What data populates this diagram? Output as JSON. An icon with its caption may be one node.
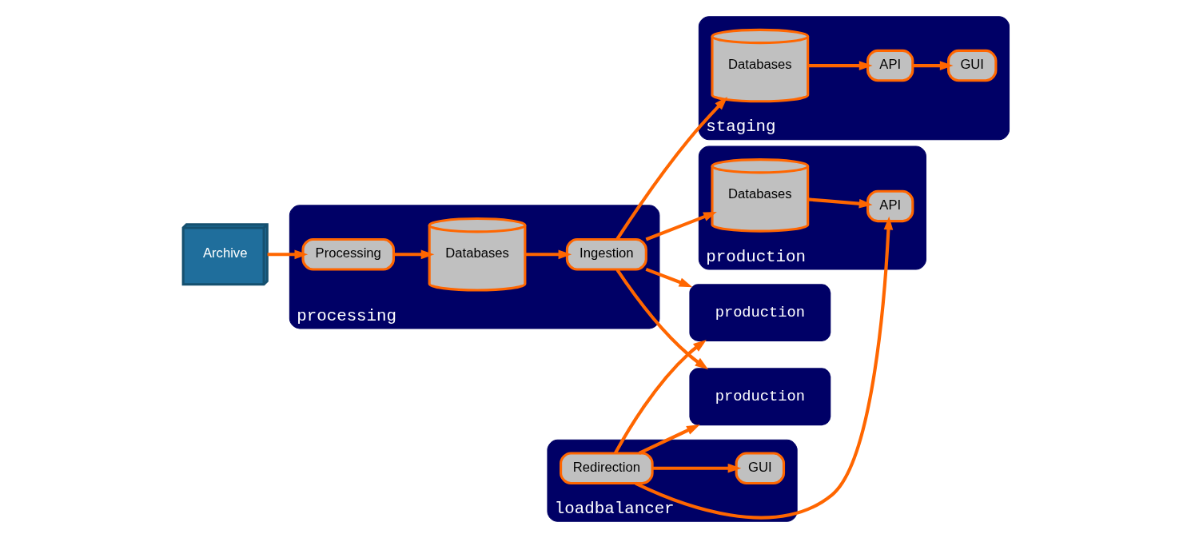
{
  "diagram": {
    "nodes": [
      {
        "text": [
          "Archive"
        ]
      },
      {
        "text": [
          "processing"
        ]
      },
      {
        "text": [
          "Processing"
        ],
        "in": 1
      },
      {
        "text": [
          "Databases"
        ],
        "in": 1
      },
      {
        "text": [
          "Ingestion"
        ],
        "in": 1
      },
      {
        "text": [
          "staging"
        ]
      },
      {
        "text": [
          "Databases"
        ],
        "in": 5
      },
      {
        "text": [
          "API"
        ],
        "in": 5
      },
      {
        "text": [
          "GUI"
        ],
        "in": 5
      },
      {
        "text": [
          "production"
        ]
      },
      {
        "text": [
          "production"
        ]
      },
      {
        "text": [
          "production"
        ]
      },
      {
        "text": [
          "Databases"
        ],
        "in": 11
      },
      {
        "text": [
          "API"
        ],
        "in": 11
      },
      {
        "text": [
          "loadbalancer"
        ]
      },
      {
        "text": [
          "GUI"
        ],
        "in": 14
      },
      {
        "text": [
          "Redirection"
        ],
        "in": 14
      }
    ],
    "edges": [
      {
        "from": 0,
        "to": 2,
        "arrow": "to"
      },
      {
        "from": 2,
        "to": 3,
        "arrow": "to"
      },
      {
        "from": 3,
        "to": 4,
        "arrow": "to"
      },
      {
        "from": 4,
        "to": 6,
        "arrow": "to"
      },
      {
        "from": 6,
        "to": 7,
        "arrow": "to"
      },
      {
        "from": 7,
        "to": 8,
        "arrow": "to"
      },
      {
        "from": 4,
        "to": 9,
        "arrow": "to"
      },
      {
        "from": 4,
        "to": 10,
        "arrow": "to"
      },
      {
        "from": 4,
        "to": 12,
        "arrow": "to"
      },
      {
        "from": 12,
        "to": 13,
        "arrow": "to"
      },
      {
        "from": 16,
        "to": 15,
        "arrow": "to"
      },
      {
        "from": 16,
        "to": 13,
        "arrow": "to"
      },
      {
        "from": 16,
        "to": 10,
        "arrow": "to"
      },
      {
        "from": 16,
        "to": 9,
        "arrow": "to"
      }
    ]
  }
}
